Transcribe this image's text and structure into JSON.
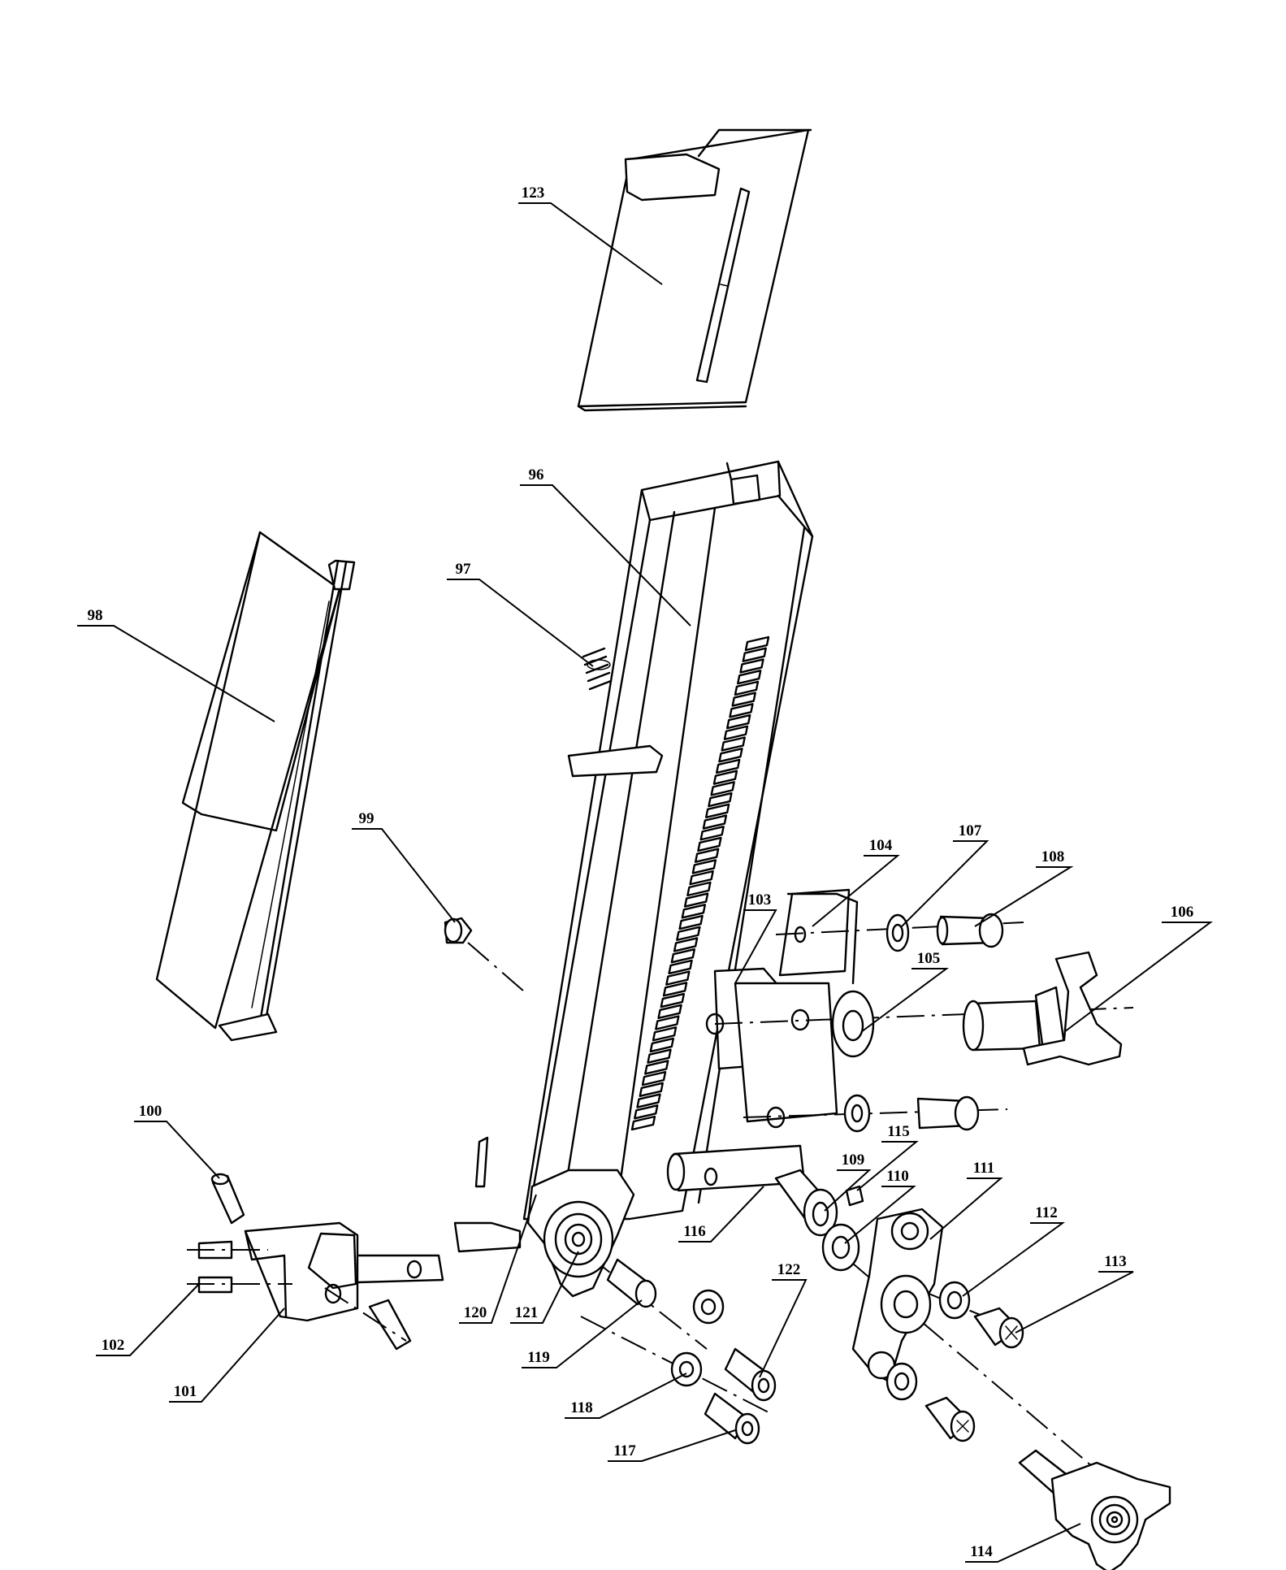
{
  "diagram": {
    "callouts": [
      {
        "id": "c123",
        "text": "123"
      },
      {
        "id": "c96",
        "text": "96"
      },
      {
        "id": "c97",
        "text": "97"
      },
      {
        "id": "c98",
        "text": "98"
      },
      {
        "id": "c99",
        "text": "99"
      },
      {
        "id": "c100",
        "text": "100"
      },
      {
        "id": "c101",
        "text": "101"
      },
      {
        "id": "c102",
        "text": "102"
      },
      {
        "id": "c103",
        "text": "103"
      },
      {
        "id": "c104",
        "text": "104"
      },
      {
        "id": "c105",
        "text": "105"
      },
      {
        "id": "c106",
        "text": "106"
      },
      {
        "id": "c107",
        "text": "107"
      },
      {
        "id": "c108",
        "text": "108"
      },
      {
        "id": "c109",
        "text": "109"
      },
      {
        "id": "c110",
        "text": "110"
      },
      {
        "id": "c111",
        "text": "111"
      },
      {
        "id": "c112",
        "text": "112"
      },
      {
        "id": "c113",
        "text": "113"
      },
      {
        "id": "c114",
        "text": "114"
      },
      {
        "id": "c115",
        "text": "115"
      },
      {
        "id": "c116",
        "text": "116"
      },
      {
        "id": "c117",
        "text": "117"
      },
      {
        "id": "c118",
        "text": "118"
      },
      {
        "id": "c119",
        "text": "119"
      },
      {
        "id": "c120",
        "text": "120"
      },
      {
        "id": "c121",
        "text": "121"
      },
      {
        "id": "c122",
        "text": "122"
      }
    ]
  }
}
